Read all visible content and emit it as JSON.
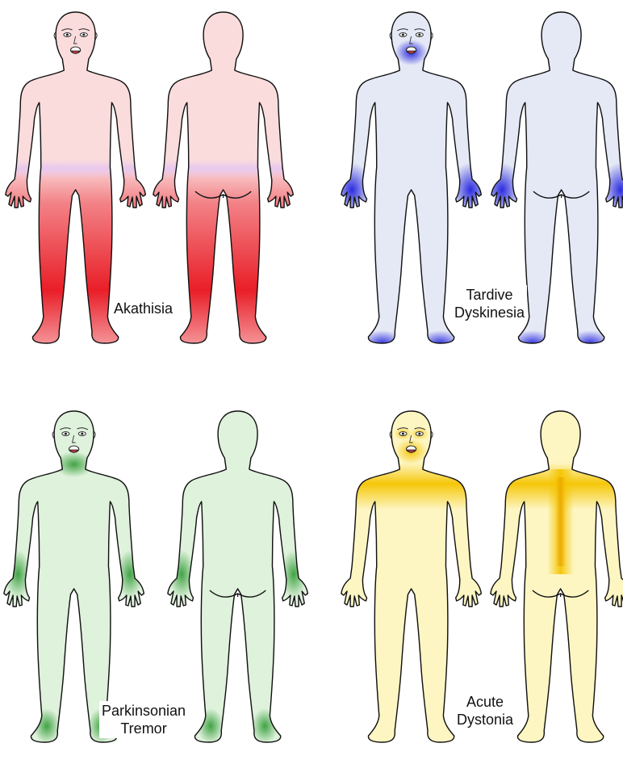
{
  "panels": [
    {
      "id": "akathisia",
      "label_lines": [
        "Akathisia"
      ],
      "base_color": "#fbdcdc",
      "accent_color": "#e8141e",
      "front_regions": [
        "legs"
      ],
      "back_regions": [
        "legs"
      ]
    },
    {
      "id": "tardive-dyskinesia",
      "label_lines": [
        "Tardive",
        "Dyskinesia"
      ],
      "base_color": "#e5e9f6",
      "accent_color": "#2222dd",
      "front_regions": [
        "mouth",
        "hands",
        "feet"
      ],
      "back_regions": [
        "hands",
        "feet"
      ]
    },
    {
      "id": "parkinsonian-tremor",
      "label_lines": [
        "Parkinsonian",
        "Tremor"
      ],
      "base_color": "#dff2dc",
      "accent_color": "#2f9a34",
      "front_regions": [
        "neck",
        "wrists",
        "ankles"
      ],
      "back_regions": [
        "wrists",
        "ankles"
      ]
    },
    {
      "id": "acute-dystonia",
      "label_lines": [
        "Acute",
        "Dystonia"
      ],
      "base_color": "#fdf6c2",
      "accent_color": "#f5c400",
      "front_regions": [
        "eyes",
        "mouth",
        "shoulders"
      ],
      "back_regions": [
        "shoulders",
        "spine"
      ]
    }
  ]
}
